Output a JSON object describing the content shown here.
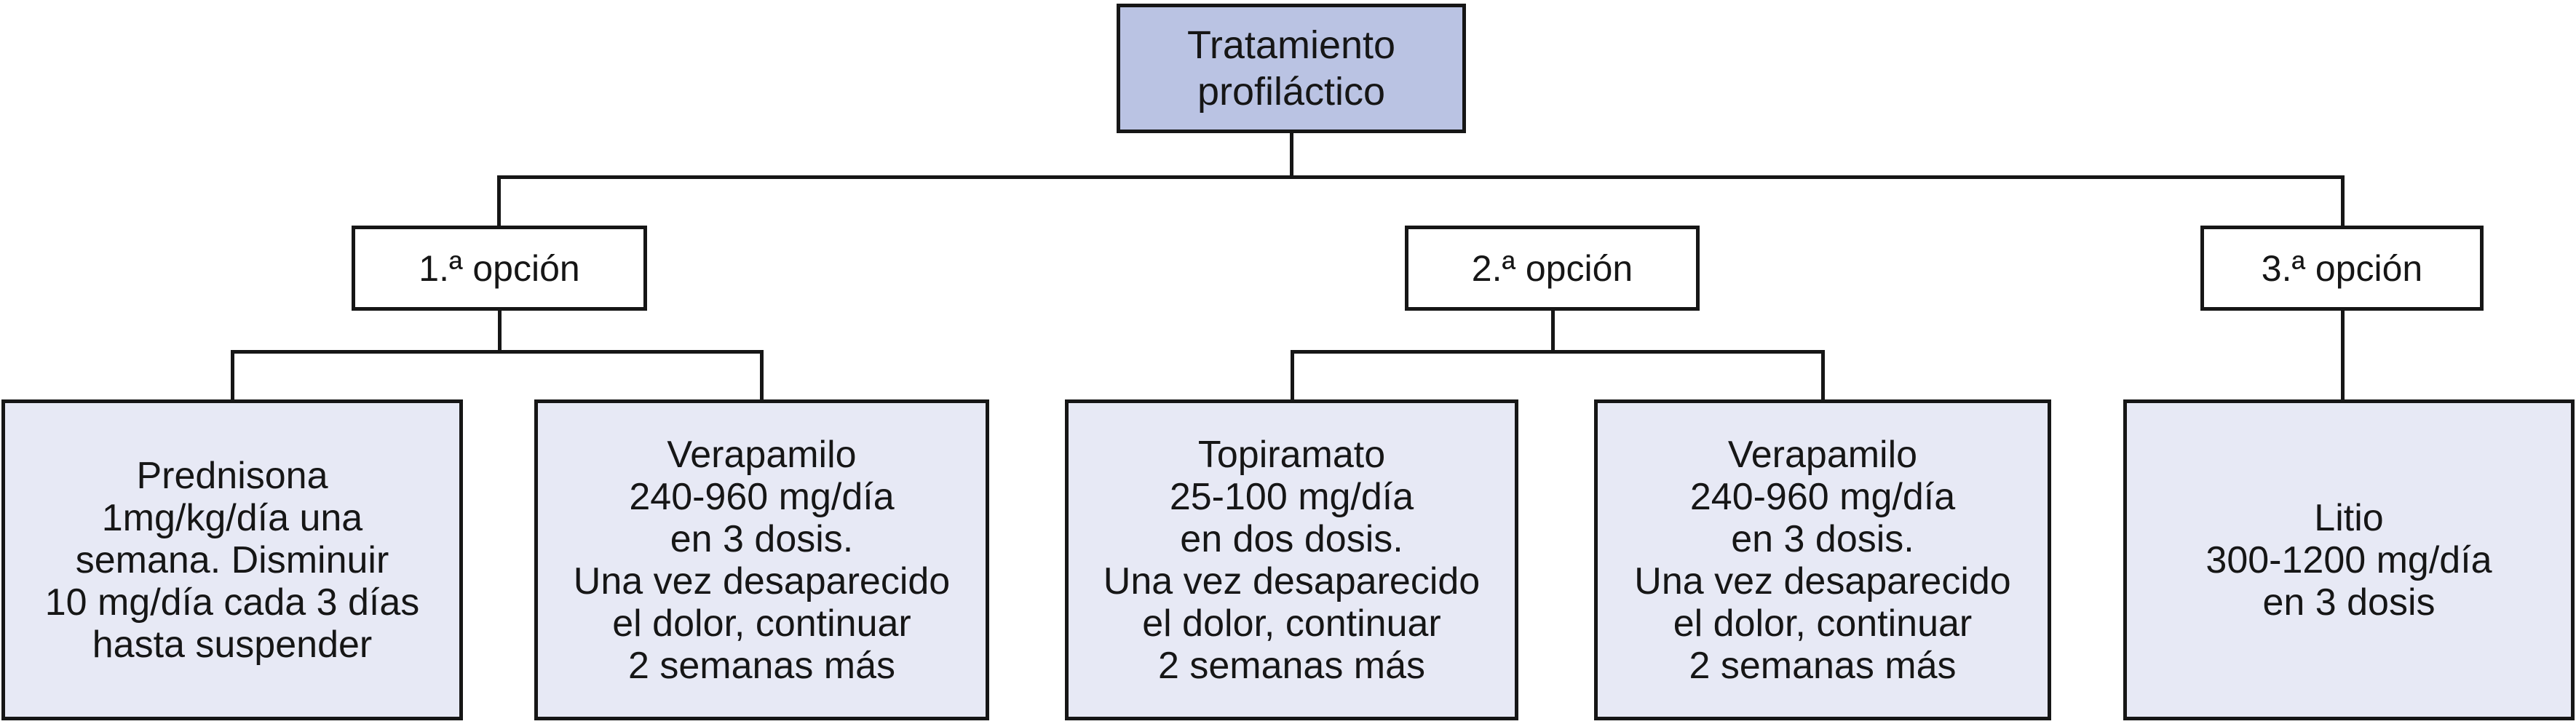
{
  "diagram": {
    "title_node": {
      "id": "root",
      "label": "Tratamiento\nprofiláctico"
    },
    "options": [
      {
        "id": "opcion1",
        "label": "1.ª opción"
      },
      {
        "id": "opcion2",
        "label": "2.ª opción"
      },
      {
        "id": "opcion3",
        "label": "3.ª opción"
      }
    ],
    "treatments": [
      {
        "id": "prednisona",
        "label": "Prednisona\n1mg/kg/día una\nsemana. Disminuir\n10 mg/día cada 3 días\nhasta suspender"
      },
      {
        "id": "verapamilo1",
        "label": "Verapamilo\n240-960 mg/día\nen 3 dosis.\nUna vez desaparecido\nel dolor, continuar\n2 semanas más"
      },
      {
        "id": "topiramato",
        "label": "Topiramato\n25-100 mg/día\nen dos dosis.\nUna vez desaparecido\nel dolor, continuar\n2 semanas más"
      },
      {
        "id": "verapamilo2",
        "label": "Verapamilo\n240-960 mg/día\nen 3 dosis.\nUna vez desaparecido\nel dolor, continuar\n2 semanas más"
      },
      {
        "id": "litio",
        "label": "Litio\n300-1200 mg/día\nen 3 dosis"
      }
    ],
    "edges": [
      {
        "from": "root",
        "to": "opcion1"
      },
      {
        "from": "root",
        "to": "opcion2"
      },
      {
        "from": "root",
        "to": "opcion3"
      },
      {
        "from": "opcion1",
        "to": "prednisona"
      },
      {
        "from": "opcion1",
        "to": "verapamilo1"
      },
      {
        "from": "opcion2",
        "to": "topiramato"
      },
      {
        "from": "opcion2",
        "to": "verapamilo2"
      },
      {
        "from": "opcion3",
        "to": "litio"
      }
    ],
    "colors": {
      "root_fill": "#bac3e3",
      "leaf_fill": "#e7e9f5",
      "option_fill": "#ffffff",
      "line_color": "#161616",
      "text_color": "#161616"
    }
  }
}
